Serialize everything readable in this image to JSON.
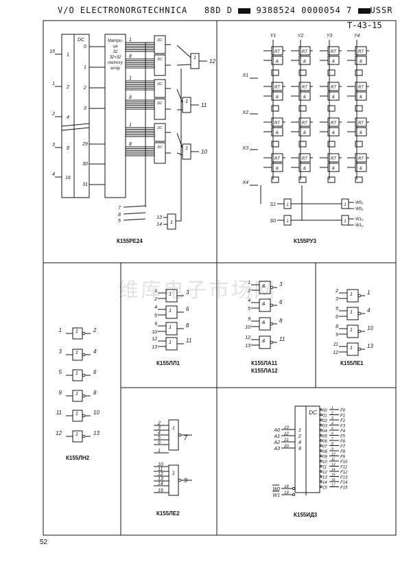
{
  "header": {
    "left": "V/O ELECTRONORGTECHNICA",
    "code": "88D D",
    "numbers": "9388524 0000054 7",
    "country": "USSR"
  },
  "ref_code": "T-43-15",
  "watermark": "维库电子市场网",
  "page_number": "52",
  "captions": {
    "pe24": "К155РЕ24",
    "ru3": "К155РУ3",
    "ln2": "К155ЛН2",
    "ll1": "К155ЛЛ1",
    "la11": "К155ЛА11",
    "la12": "К155ЛА12",
    "le1": "К155ЛЕ1",
    "le2": "К155ЛЕ2",
    "id3": "К155ИД3"
  },
  "pe24": {
    "dc": "DC",
    "matrix_label": [
      "Матри-",
      "ца",
      "32",
      "32×32",
      "memory",
      "array"
    ],
    "left_inputs": [
      "15",
      "1",
      "2",
      "3",
      "4"
    ],
    "left_weights": [
      "1",
      "2",
      "4",
      "8",
      "16"
    ],
    "dc_outputs": [
      "0",
      "1",
      "2",
      "3",
      "29",
      "30",
      "31"
    ],
    "enable_inputs": [
      "7",
      "8",
      "5"
    ],
    "outputs": [
      "12",
      "11",
      "10"
    ],
    "extra_inputs": [
      "13",
      "14"
    ],
    "bus_labels": [
      "1",
      "8",
      "1",
      "8",
      "1",
      "8"
    ],
    "gate_label": "1",
    "dc_small": "DC"
  },
  "ru3": {
    "y_labels": [
      "Y1",
      "Y2",
      "Y3",
      "Y4"
    ],
    "x_labels": [
      "X1",
      "X2",
      "X3",
      "X4"
    ],
    "cell_top": "RT",
    "cell_bottom": "&",
    "ctrl_inputs": [
      "S1",
      "S0"
    ],
    "outputs": [
      "W0₀",
      "W0₀",
      "W1₀",
      "W1₀"
    ],
    "gate_label": "1"
  },
  "ln2": {
    "pairs": [
      {
        "in": "1",
        "out": "2"
      },
      {
        "in": "3",
        "out": "4"
      },
      {
        "in": "5",
        "out": "6"
      },
      {
        "in": "9",
        "out": "8"
      },
      {
        "in": "11",
        "out": "10"
      },
      {
        "in": "12",
        "out": "13"
      }
    ],
    "gate_label": "1"
  },
  "ll1": {
    "gates": [
      {
        "a": "1",
        "b": "2",
        "out": "3"
      },
      {
        "a": "4",
        "b": "5",
        "out": "6"
      },
      {
        "a": "9",
        "b": "10",
        "out": "8"
      },
      {
        "a": "12",
        "b": "13",
        "out": "11"
      }
    ],
    "gate_label": "1"
  },
  "la11": {
    "gates": [
      {
        "a": "1",
        "b": "2",
        "out": "3"
      },
      {
        "a": "4",
        "b": "5",
        "out": "6"
      },
      {
        "a": "9",
        "b": "10",
        "out": "8"
      },
      {
        "a": "12",
        "b": "13",
        "out": "11"
      }
    ],
    "gate_label": "&"
  },
  "le1": {
    "gates": [
      {
        "a": "2",
        "b": "3",
        "out": "1"
      },
      {
        "a": "5",
        "b": "6",
        "out": "4"
      },
      {
        "a": "8",
        "b": "9",
        "out": "10"
      },
      {
        "a": "11",
        "b": "12",
        "out": "13"
      }
    ],
    "gate_label": "1"
  },
  "le2": {
    "g1_inputs": [
      "2",
      "3",
      "4",
      "5",
      "6",
      "1"
    ],
    "g1_out": "7",
    "g2_inputs": [
      "10",
      "11",
      "12",
      "13",
      "14",
      "15"
    ],
    "g2_out": "9",
    "gate_label": "1"
  },
  "id3": {
    "dc": "DC",
    "addr_inputs": [
      {
        "name": "A0",
        "pin": "23",
        "w": "1"
      },
      {
        "name": "A1",
        "pin": "22",
        "w": "2"
      },
      {
        "name": "A2",
        "pin": "21",
        "w": "4"
      },
      {
        "name": "A3",
        "pin": "20",
        "w": "8"
      }
    ],
    "enable_inputs": [
      {
        "name": "W0",
        "pin": "18"
      },
      {
        "name": "W1",
        "pin": "19"
      }
    ],
    "outputs": [
      {
        "n": "00",
        "p": "1",
        "f": "F0"
      },
      {
        "n": "01",
        "p": "2",
        "f": "F1"
      },
      {
        "n": "02",
        "p": "3",
        "f": "F2"
      },
      {
        "n": "03",
        "p": "4",
        "f": "F3"
      },
      {
        "n": "04",
        "p": "5",
        "f": "F4"
      },
      {
        "n": "05",
        "p": "6",
        "f": "F5"
      },
      {
        "n": "06",
        "p": "7",
        "f": "F6"
      },
      {
        "n": "07",
        "p": "8",
        "f": "F7"
      },
      {
        "n": "08",
        "p": "9",
        "f": "F8"
      },
      {
        "n": "09",
        "p": "10",
        "f": "F9"
      },
      {
        "n": "10",
        "p": "11",
        "f": "F10"
      },
      {
        "n": "11",
        "p": "13",
        "f": "F11"
      },
      {
        "n": "12",
        "p": "14",
        "f": "F12"
      },
      {
        "n": "13",
        "p": "15",
        "f": "F13"
      },
      {
        "n": "14",
        "p": "16",
        "f": "F14"
      },
      {
        "n": "15",
        "p": "17",
        "f": "F15"
      }
    ]
  }
}
